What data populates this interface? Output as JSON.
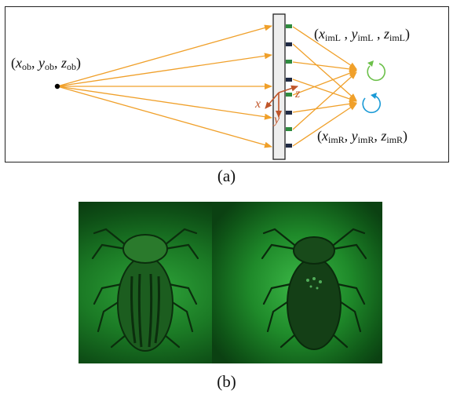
{
  "panel_a": {
    "caption": "(a)",
    "object_point": {
      "x": "x",
      "x_sub": "ob",
      "y": "y",
      "y_sub": "ob",
      "z": "z",
      "z_sub": "ob"
    },
    "left_image_point": {
      "x": "x",
      "x_sub": "imL",
      "y": "y",
      "y_sub": "imL",
      "z": "z",
      "z_sub": "imL"
    },
    "right_image_point": {
      "x": "x",
      "x_sub": "imR",
      "y": "y",
      "y_sub": "imR",
      "z": "z",
      "z_sub": "imR"
    },
    "axes": {
      "x": "x",
      "y": "y",
      "z": "z"
    },
    "colors": {
      "ray": "#f0a02a",
      "axis": "#c0562a",
      "left_circle": "#6cc04a",
      "right_circle": "#1a9ad6",
      "plate_dark": "#1f2a44",
      "plate_green": "#2e8b3e"
    }
  },
  "panel_b": {
    "caption": "(b)",
    "photo": "two green-tinted beetle holographic images"
  }
}
